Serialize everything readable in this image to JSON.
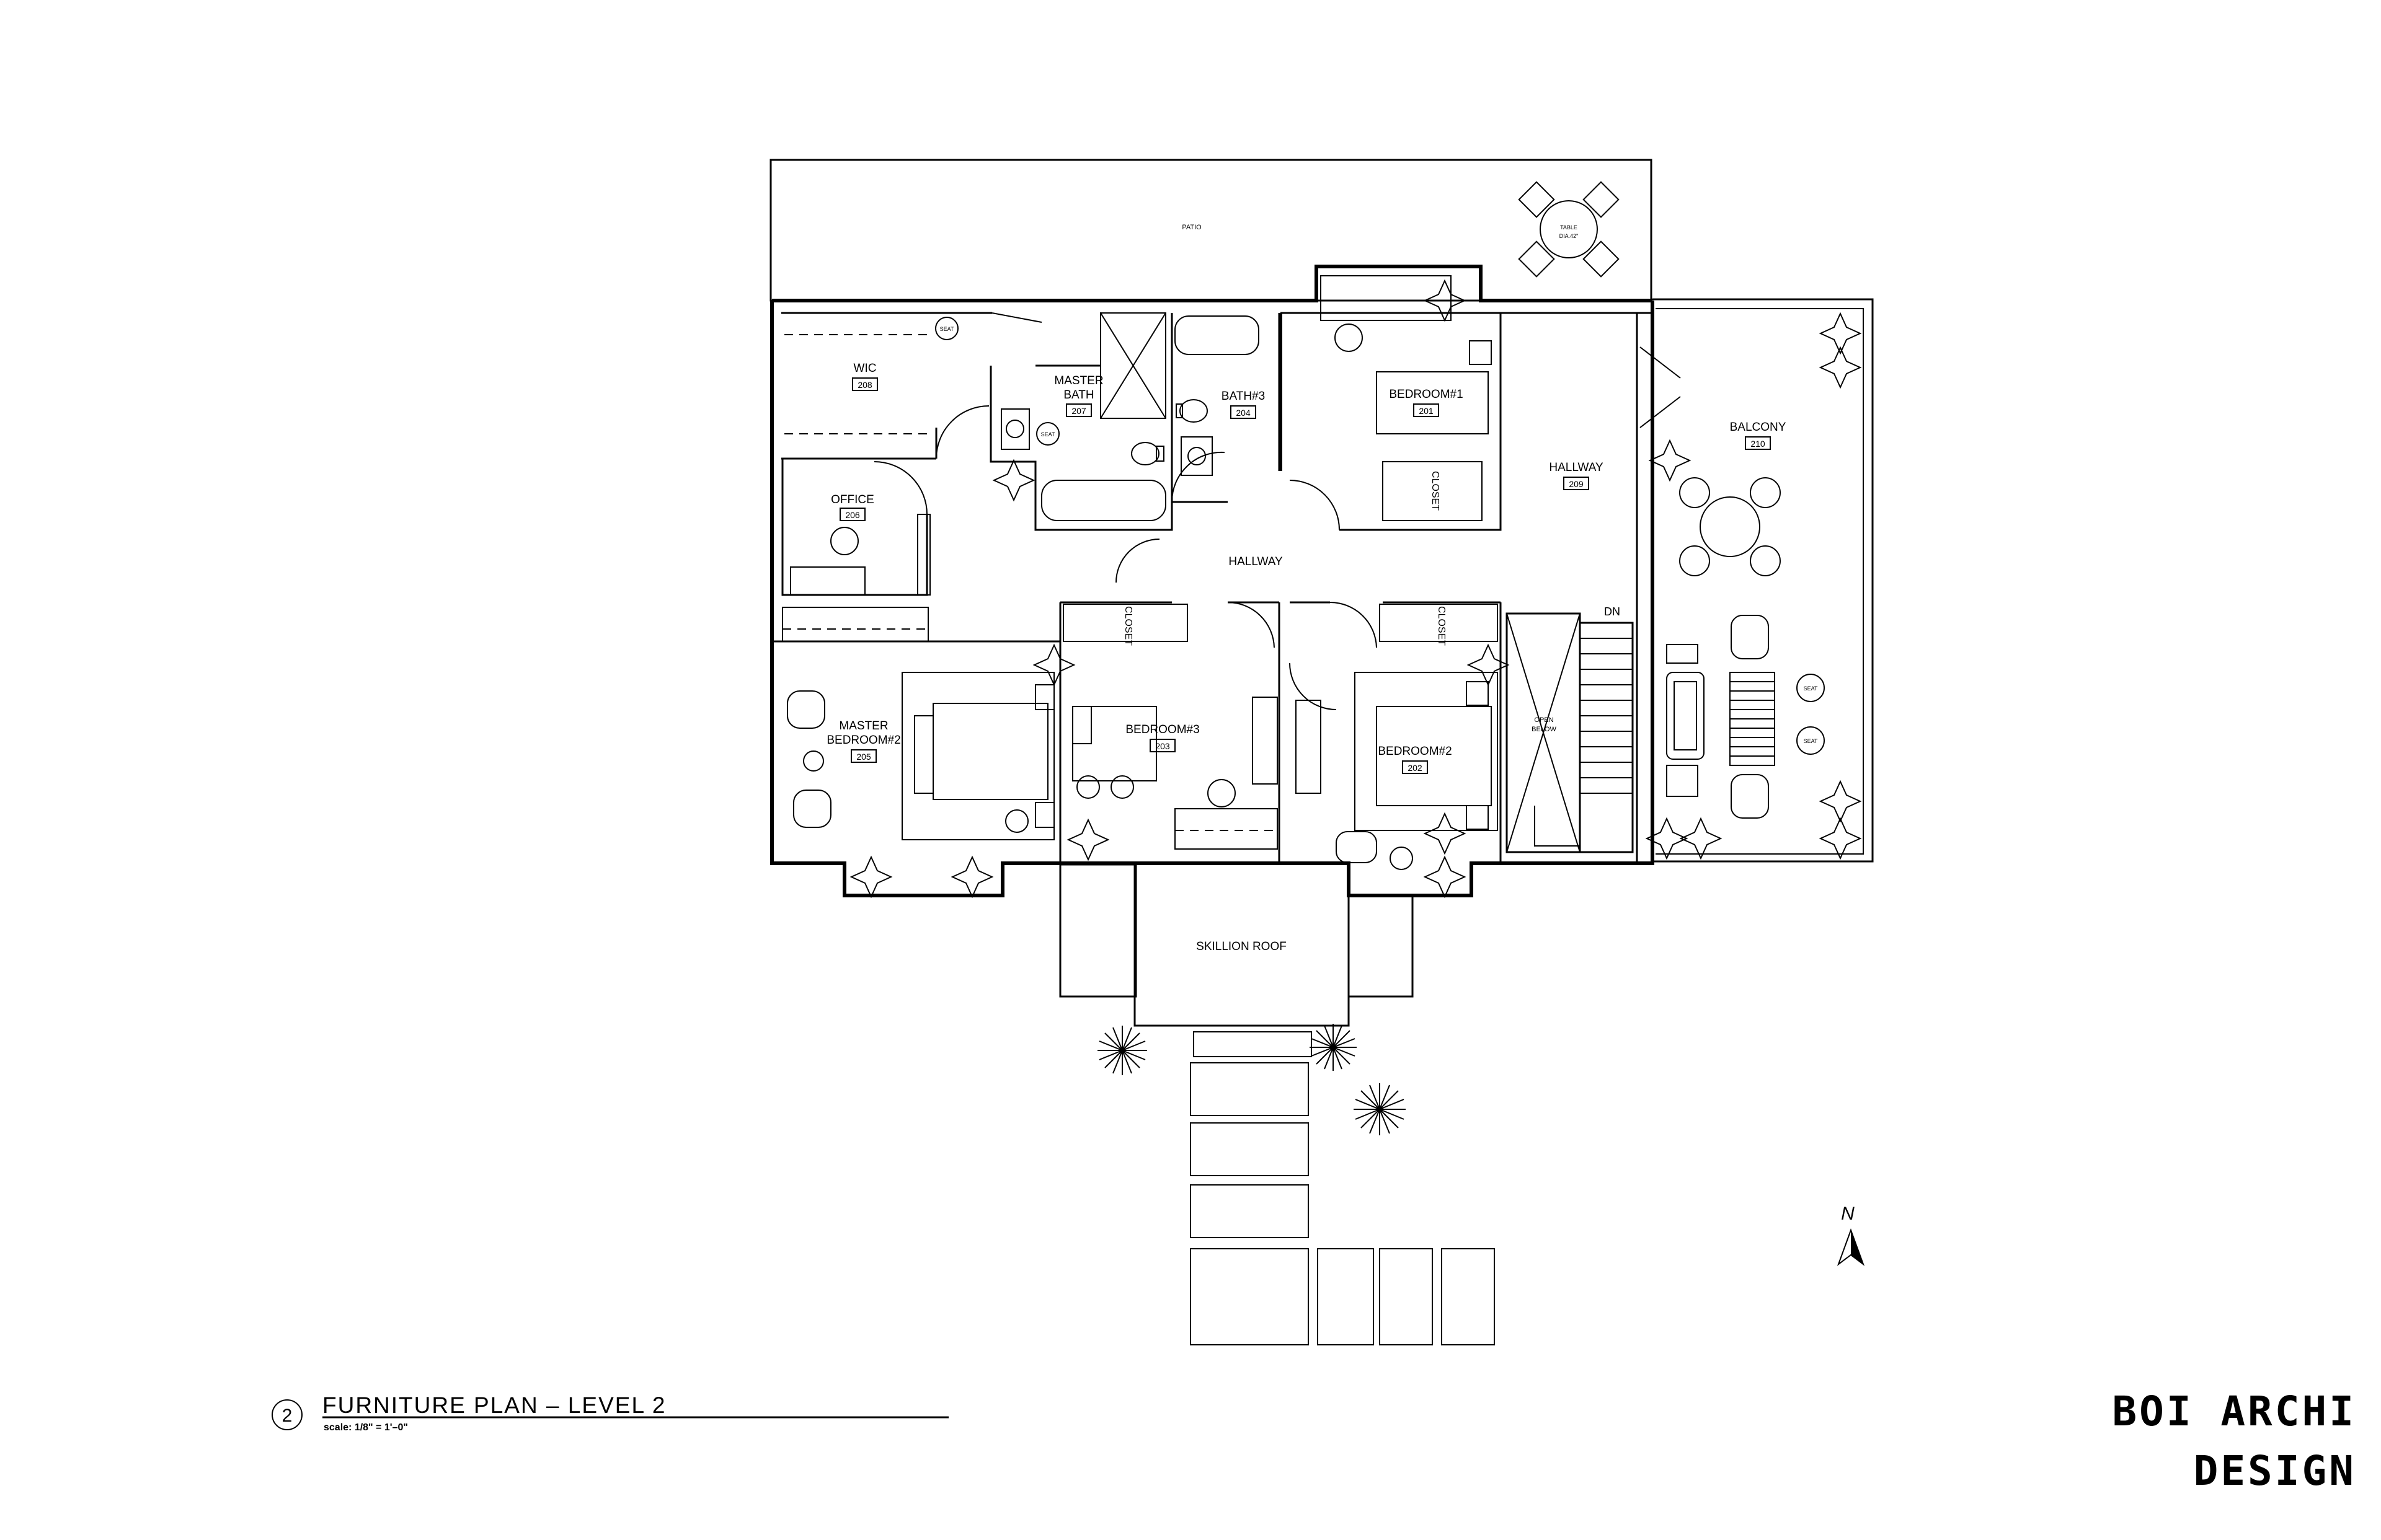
{
  "sheet": {
    "view_number": "2",
    "title": "FURNITURE PLAN – LEVEL 2",
    "scale": "scale: 1/8\" = 1'–0\"",
    "firm_line1": "BOI ARCHI",
    "firm_line2": "DESIGN",
    "north_label": "N"
  },
  "rooms": {
    "patio": {
      "name": "PATIO"
    },
    "table_note": {
      "line1": "TABLE",
      "line2": "DIA.42\""
    },
    "wic": {
      "name": "WIC",
      "number": "208"
    },
    "master_bath": {
      "line1": "MASTER",
      "line2": "BATH",
      "number": "207"
    },
    "bath3": {
      "name": "BATH#3",
      "number": "204"
    },
    "bedroom1": {
      "name": "BEDROOM#1",
      "number": "201"
    },
    "hallway_209": {
      "name": "HALLWAY",
      "number": "209"
    },
    "balcony": {
      "name": "BALCONY",
      "number": "210"
    },
    "office": {
      "name": "OFFICE",
      "number": "206"
    },
    "hallway_main": {
      "name": "HALLWAY"
    },
    "master_bedroom2": {
      "line1": "MASTER",
      "line2": "BEDROOM#2",
      "number": "205"
    },
    "bedroom3": {
      "name": "BEDROOM#3",
      "number": "203"
    },
    "bedroom2": {
      "name": "BEDROOM#2",
      "number": "202"
    },
    "open_below": {
      "line1": "OPEN",
      "line2": "BELOW"
    },
    "skillion_roof": {
      "name": "SKILLION ROOF"
    }
  },
  "annotations": {
    "seat": "SEAT",
    "closet": "CLOSET",
    "stair_dn": "DN"
  }
}
